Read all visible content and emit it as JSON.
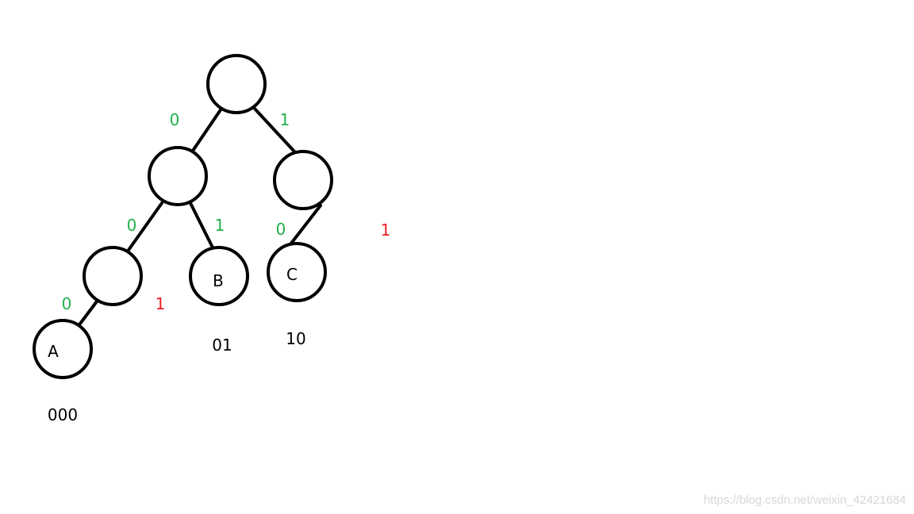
{
  "colors": {
    "edge_zero": "#22b14c",
    "edge_one": "#22b14c",
    "missing_branch": "#ed1c24",
    "stroke": "#000000",
    "watermark": "#d7d7d7"
  },
  "nodes": {
    "root": "",
    "left": "",
    "right": "",
    "left_left": "",
    "b": "B",
    "c": "C",
    "a": "A"
  },
  "edge_labels": {
    "root_left": "0",
    "root_right": "1",
    "left_left": "0",
    "left_b": "1",
    "right_c": "0",
    "leftleft_a": "0"
  },
  "missing_labels": {
    "right_missing": "1",
    "leftleft_missing": "1"
  },
  "codes": {
    "a": "000",
    "b": "01",
    "c": "10"
  },
  "watermark": "https://blog.csdn.net/weixin_42421684"
}
